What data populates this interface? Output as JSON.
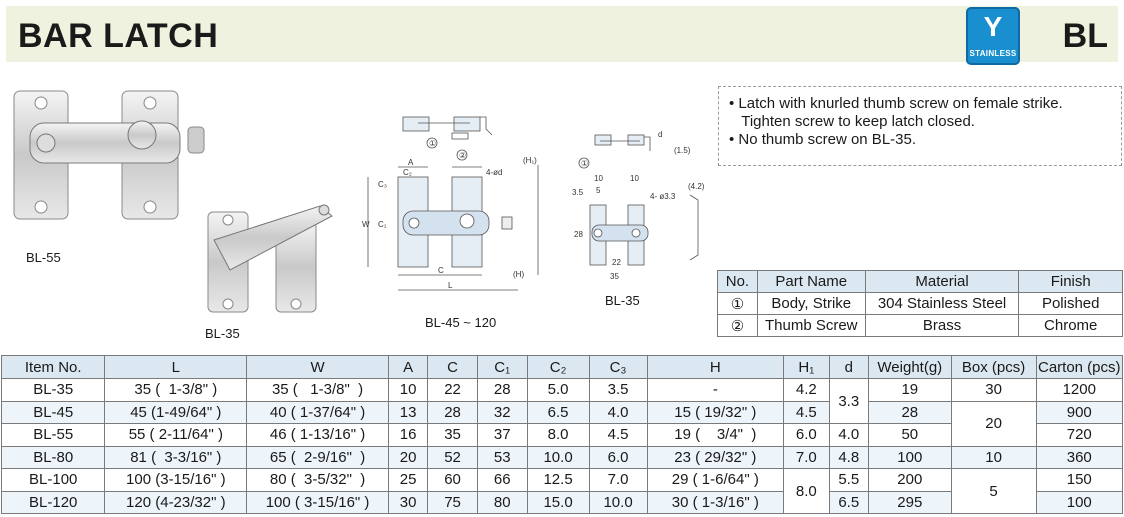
{
  "header": {
    "title": "BAR LATCH",
    "code": "BL",
    "badge_text": "STAINLESS",
    "badge_symbol": "Y"
  },
  "photos": {
    "labels": [
      "BL-55",
      "BL-35"
    ]
  },
  "drawings": {
    "labels": [
      "BL-45 ~ 120",
      "BL-35"
    ],
    "dims": {
      "a": "A",
      "c2": "C₂",
      "d4": "4-ød",
      "h1": "(H₁)",
      "c3": "C₃",
      "c1": "C₁",
      "w": "W",
      "c": "C",
      "l": "L",
      "h": "(H)",
      "d10": "10",
      "d5": "5",
      "d35a": "3.5",
      "d10b": "10",
      "d43": "4- ø3.3",
      "d42": "(4.2)",
      "d28": "28",
      "d35": "35",
      "d22": "22",
      "d35b": "35",
      "dd": "d",
      "d15": "(1.5)"
    },
    "callouts": [
      "①",
      "②",
      "①"
    ]
  },
  "notes": [
    "• Latch with knurled thumb screw on female strike.",
    "   Tighten screw to keep latch closed.",
    "• No thumb screw on BL-35."
  ],
  "parts_table": {
    "headers": [
      "No.",
      "Part Name",
      "Material",
      "Finish"
    ],
    "rows": [
      [
        "①",
        "Body, Strike",
        "304 Stainless Steel",
        "Polished"
      ],
      [
        "②",
        "Thumb Screw",
        "Brass",
        "Chrome"
      ]
    ]
  },
  "spec_table": {
    "headers": [
      "Item No.",
      "L",
      "W",
      "A",
      "C",
      "C₁",
      "C₂",
      "C₃",
      "H",
      "H₁",
      "d",
      "Weight(g)",
      "Box (pcs)",
      "Carton (pcs)"
    ],
    "rows": [
      [
        "BL-35",
        "35 (  1-3/8\" )",
        "35 (   1-3/8\"  )",
        "10",
        "22",
        "28",
        "5.0",
        "3.5",
        "-",
        "4.2",
        "3.3",
        "19",
        "30",
        "1200"
      ],
      [
        "BL-45",
        "45 (1-49/64\" )",
        "40 ( 1-37/64\" )",
        "13",
        "28",
        "32",
        "6.5",
        "4.0",
        "15 ( 19/32\" )",
        "4.5",
        "",
        "28",
        "20",
        "900"
      ],
      [
        "BL-55",
        "55 ( 2-11/64\" )",
        "46 ( 1-13/16\" )",
        "16",
        "35",
        "37",
        "8.0",
        "4.5",
        "19 (    3/4\"  )",
        "6.0",
        "4.0",
        "50",
        "",
        "720"
      ],
      [
        "BL-80",
        "81 (  3-3/16\" )",
        "65 (  2-9/16\"  )",
        "20",
        "52",
        "53",
        "10.0",
        "6.0",
        "23 ( 29/32\" )",
        "7.0",
        "4.8",
        "100",
        "10",
        "360"
      ],
      [
        "BL-100",
        "100 (3-15/16\" )",
        "80 (  3-5/32\"  )",
        "25",
        "60",
        "66",
        "12.5",
        "7.0",
        "29 ( 1-6/64\" )",
        "8.0",
        "5.5",
        "200",
        "5",
        "150"
      ],
      [
        "BL-120",
        "120 (4-23/32\" )",
        "100 ( 3-15/16\" )",
        "30",
        "75",
        "80",
        "15.0",
        "10.0",
        "30 ( 1-3/16\" )",
        "",
        "6.5",
        "295",
        "",
        "100"
      ]
    ]
  }
}
